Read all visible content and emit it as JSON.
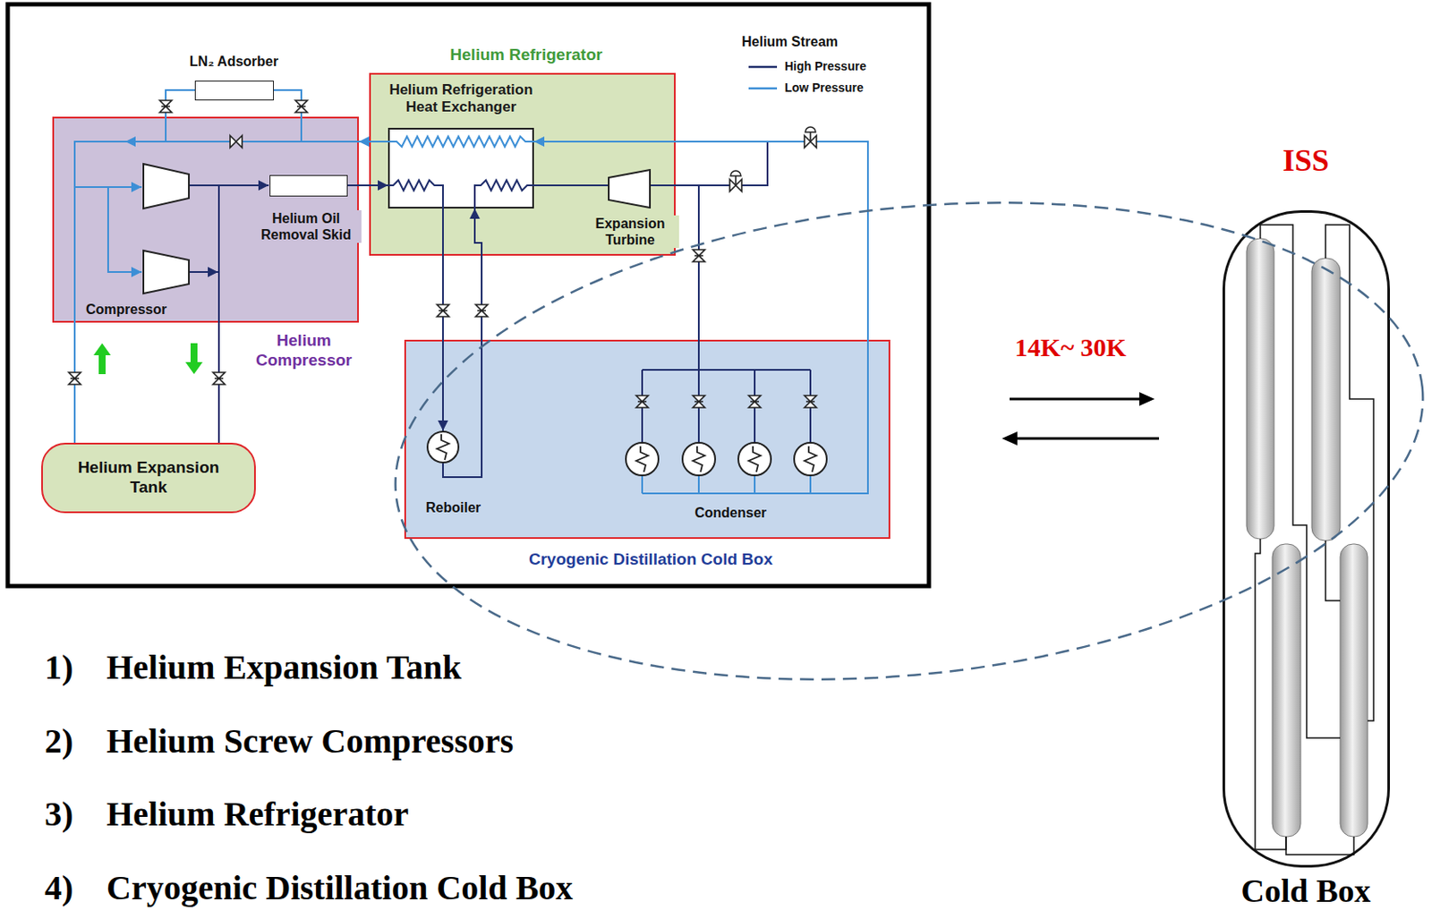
{
  "diagram": {
    "nodes": [
      {
        "text": [
          "Helium Compressor"
        ]
      },
      {
        "text": [
          "Helium Oil Removal Skid"
        ],
        "in": 0
      },
      {
        "text": [
          "LN₂ Adsorber"
        ]
      },
      {
        "text": [
          "Helium Refrigerator"
        ]
      },
      {
        "text": [
          "Helium Refrigeration Heat Exchanger"
        ],
        "in": 3
      },
      {
        "text": [
          "Expansion Turbine"
        ],
        "in": 3
      },
      {
        "text": [
          "Helium Expansion Tank"
        ]
      },
      {
        "text": [
          "Cryogenic Distillation Cold Box"
        ]
      },
      {
        "text": [
          "Reboiler"
        ],
        "in": 7
      },
      {
        "text": [
          "Condenser"
        ],
        "in": 7
      },
      {
        "text": [
          "ISS",
          "Cold Box"
        ]
      }
    ],
    "edges": [
      {
        "from": 1,
        "to": 4,
        "arrow": "to"
      },
      {
        "from": 4,
        "to": 8,
        "arrow": "to"
      },
      {
        "from": 8,
        "to": 4,
        "arrow": "to"
      },
      {
        "from": 4,
        "to": 5,
        "arrow": "none"
      },
      {
        "from": 5,
        "to": 9,
        "arrow": "none"
      },
      {
        "from": 9,
        "to": 4,
        "arrow": "to"
      },
      {
        "from": 4,
        "to": 0,
        "arrow": "to"
      },
      {
        "from": 6,
        "to": 0,
        "arrow": "none"
      },
      {
        "from": 0,
        "to": 6,
        "arrow": "none"
      },
      {
        "from": 0,
        "to": 2,
        "arrow": "none"
      },
      {
        "from": 2,
        "to": 0,
        "arrow": "none"
      }
    ],
    "labels": [
      "Compressor",
      "Helium Stream",
      "14K~ 30K",
      "1)",
      "Helium Expansion Tank",
      "2)",
      "Helium Screw Compressors",
      "3)",
      "Helium Refrigerator",
      "4)",
      "Cryogenic Distillation Cold Box"
    ],
    "legend": [
      {
        "text": "High Pressure"
      },
      {
        "text": "Low Pressure"
      }
    ]
  }
}
